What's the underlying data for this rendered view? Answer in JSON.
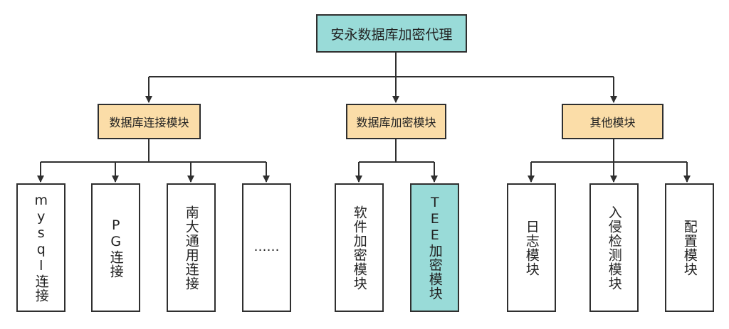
{
  "root": {
    "label": "安永数据库加密代理"
  },
  "modules": [
    {
      "label": "数据库连接模块",
      "children": [
        {
          "label": "mysql连接"
        },
        {
          "label": "PG连接"
        },
        {
          "label": "南大通用连接"
        },
        {
          "label": "……"
        }
      ]
    },
    {
      "label": "数据库加密模块",
      "children": [
        {
          "label": "软件加密模块"
        },
        {
          "label": "TEE加密模块"
        }
      ]
    },
    {
      "label": "其他模块",
      "children": [
        {
          "label": "日志模块"
        },
        {
          "label": "入侵检测模块"
        },
        {
          "label": "配置模块"
        }
      ]
    }
  ],
  "colors": {
    "root_fill": "#99dbd8",
    "module_fill": "#fbdda8",
    "highlight_fill": "#99dbd8",
    "line": "#2f2f2f"
  }
}
